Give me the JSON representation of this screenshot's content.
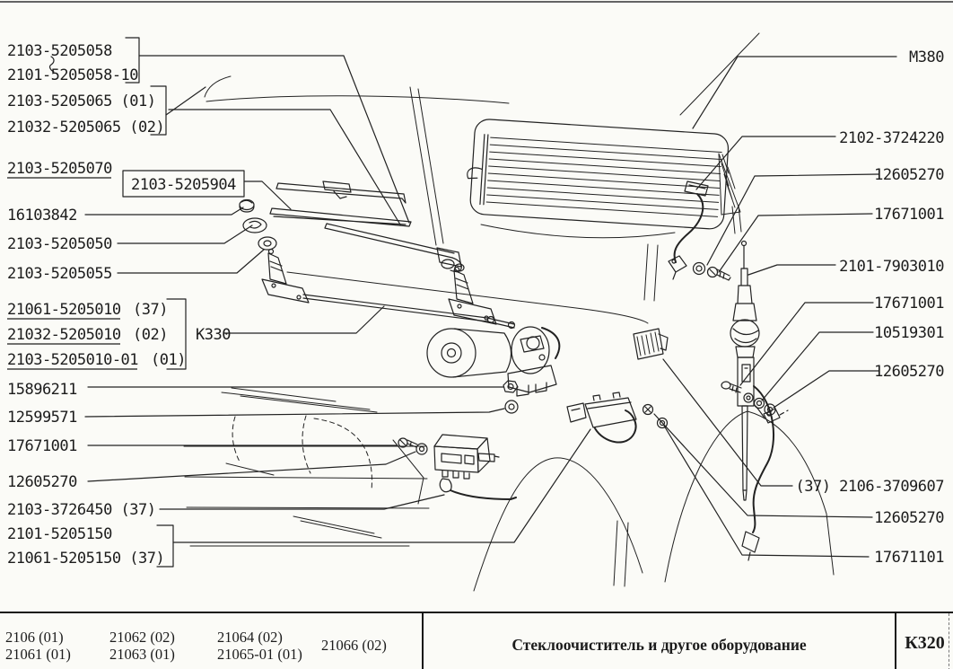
{
  "colors": {
    "ink": "#1c1c1c",
    "paper": "#fbfbf7"
  },
  "left_labels": [
    {
      "text": "2103-5205058"
    },
    {
      "text": "2101-5205058-10"
    },
    {
      "text": "2103-5205065 (01)"
    },
    {
      "text": "21032-5205065 (02)"
    },
    {
      "text": "2103-5205070",
      "underline": true
    },
    {
      "text": "16103842"
    },
    {
      "text": "2103-5205050"
    },
    {
      "text": "2103-5205055"
    },
    {
      "text": "21061-5205010",
      "suffix": "(37)",
      "underline": true
    },
    {
      "text": "21032-5205010",
      "suffix": "(02)",
      "underline": true
    },
    {
      "text": "2103-5205010-01",
      "suffix": "(01)",
      "underline": true
    },
    {
      "text": "15896211"
    },
    {
      "text": "12599571"
    },
    {
      "text": "17671001"
    },
    {
      "text": "12605270"
    },
    {
      "text": "2103-3726450 (37)"
    },
    {
      "text": "2101-5205150"
    },
    {
      "text": "21061-5205150 (37)"
    }
  ],
  "boxed_label": "2103-5205904",
  "k330_label": "К330",
  "right_labels": [
    {
      "text": "М380"
    },
    {
      "text": "2102-3724220"
    },
    {
      "text": "12605270"
    },
    {
      "text": "17671001"
    },
    {
      "text": "2101-7903010"
    },
    {
      "text": "17671001"
    },
    {
      "text": "10519301"
    },
    {
      "text": "12605270"
    },
    {
      "text": "(37) 2106-3709607"
    },
    {
      "text": "12605270"
    },
    {
      "text": "17671101"
    }
  ],
  "footer": {
    "models_col1": [
      "2106 (01)",
      "21061 (01)"
    ],
    "models_col2": [
      "21062 (02)",
      "21063 (01)"
    ],
    "models_col3": [
      "21064 (02)",
      "21065-01 (01)"
    ],
    "models_col4": [
      "21066 (02)"
    ],
    "title": "Стеклоочиститель и другое оборудование",
    "page_code": "К320"
  }
}
